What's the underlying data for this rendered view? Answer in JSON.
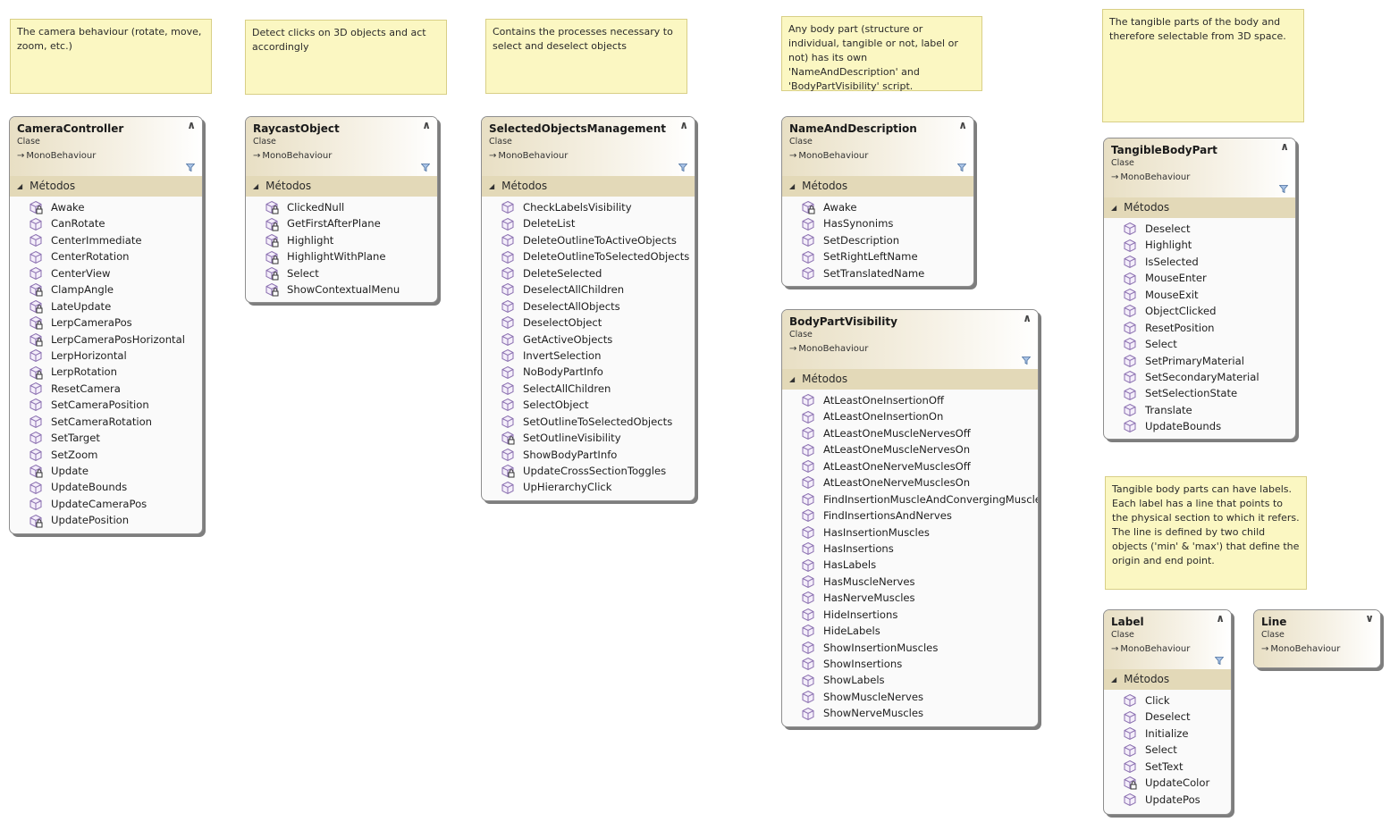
{
  "notes": [
    {
      "id": "note-camera",
      "text": "The camera behaviour (rotate, move, zoom, etc.)"
    },
    {
      "id": "note-raycast",
      "text": "Detect clicks on 3D objects and act accordingly"
    },
    {
      "id": "note-selection",
      "text": "Contains the processes necessary to select and deselect objects"
    },
    {
      "id": "note-bodypart",
      "text": "Any body part (structure or individual, tangible or not, label or not) has its own 'NameAndDescription' and 'BodyPartVisibility' script."
    },
    {
      "id": "note-tangible",
      "text": "The tangible parts of the body and therefore selectable from 3D space."
    },
    {
      "id": "note-labels",
      "text": "Tangible body parts can have labels. Each label has a line that points to the physical section to which it refers. The line is defined by two child objects ('min' & 'max') that define the origin and end point."
    }
  ],
  "section_label": "Métodos",
  "classes": [
    {
      "id": "cameracontroller",
      "name": "CameraController",
      "kind": "Clase",
      "base": "MonoBehaviour",
      "collapsed": false,
      "methods": [
        {
          "name": "Awake",
          "private": true
        },
        {
          "name": "CanRotate",
          "private": false
        },
        {
          "name": "CenterImmediate",
          "private": false
        },
        {
          "name": "CenterRotation",
          "private": false
        },
        {
          "name": "CenterView",
          "private": false
        },
        {
          "name": "ClampAngle",
          "private": true
        },
        {
          "name": "LateUpdate",
          "private": true
        },
        {
          "name": "LerpCameraPos",
          "private": true
        },
        {
          "name": "LerpCameraPosHorizontal",
          "private": true
        },
        {
          "name": "LerpHorizontal",
          "private": false
        },
        {
          "name": "LerpRotation",
          "private": true
        },
        {
          "name": "ResetCamera",
          "private": false
        },
        {
          "name": "SetCameraPosition",
          "private": false
        },
        {
          "name": "SetCameraRotation",
          "private": false
        },
        {
          "name": "SetTarget",
          "private": false
        },
        {
          "name": "SetZoom",
          "private": false
        },
        {
          "name": "Update",
          "private": true
        },
        {
          "name": "UpdateBounds",
          "private": false
        },
        {
          "name": "UpdateCameraPos",
          "private": false
        },
        {
          "name": "UpdatePosition",
          "private": true
        }
      ]
    },
    {
      "id": "raycastobject",
      "name": "RaycastObject",
      "kind": "Clase",
      "base": "MonoBehaviour",
      "collapsed": false,
      "methods": [
        {
          "name": "ClickedNull",
          "private": true
        },
        {
          "name": "GetFirstAfterPlane",
          "private": true
        },
        {
          "name": "Highlight",
          "private": true
        },
        {
          "name": "HighlightWithPlane",
          "private": true
        },
        {
          "name": "Select",
          "private": true
        },
        {
          "name": "ShowContextualMenu",
          "private": true
        }
      ]
    },
    {
      "id": "selectedobjectsmanagement",
      "name": "SelectedObjectsManagement",
      "kind": "Clase",
      "base": "MonoBehaviour",
      "collapsed": false,
      "methods": [
        {
          "name": "CheckLabelsVisibility",
          "private": false
        },
        {
          "name": "DeleteList",
          "private": false
        },
        {
          "name": "DeleteOutlineToActiveObjects",
          "private": false
        },
        {
          "name": "DeleteOutlineToSelectedObjects",
          "private": false
        },
        {
          "name": "DeleteSelected",
          "private": false
        },
        {
          "name": "DeselectAllChildren",
          "private": false
        },
        {
          "name": "DeselectAllObjects",
          "private": false
        },
        {
          "name": "DeselectObject",
          "private": false
        },
        {
          "name": "GetActiveObjects",
          "private": false
        },
        {
          "name": "InvertSelection",
          "private": false
        },
        {
          "name": "NoBodyPartInfo",
          "private": false
        },
        {
          "name": "SelectAllChildren",
          "private": false
        },
        {
          "name": "SelectObject",
          "private": false
        },
        {
          "name": "SetOutlineToSelectedObjects",
          "private": false
        },
        {
          "name": "SetOutlineVisibility",
          "private": true
        },
        {
          "name": "ShowBodyPartInfo",
          "private": false
        },
        {
          "name": "UpdateCrossSectionToggles",
          "private": true
        },
        {
          "name": "UpHierarchyClick",
          "private": false
        }
      ]
    },
    {
      "id": "nameanddescription",
      "name": "NameAndDescription",
      "kind": "Clase",
      "base": "MonoBehaviour",
      "collapsed": false,
      "methods": [
        {
          "name": "Awake",
          "private": true
        },
        {
          "name": "HasSynonims",
          "private": false
        },
        {
          "name": "SetDescription",
          "private": false
        },
        {
          "name": "SetRightLeftName",
          "private": false
        },
        {
          "name": "SetTranslatedName",
          "private": false
        }
      ]
    },
    {
      "id": "bodypartvisibility",
      "name": "BodyPartVisibility",
      "kind": "Clase",
      "base": "MonoBehaviour",
      "collapsed": false,
      "methods": [
        {
          "name": "AtLeastOneInsertionOff",
          "private": false
        },
        {
          "name": "AtLeastOneInsertionOn",
          "private": false
        },
        {
          "name": "AtLeastOneMuscleNervesOff",
          "private": false
        },
        {
          "name": "AtLeastOneMuscleNervesOn",
          "private": false
        },
        {
          "name": "AtLeastOneNerveMusclesOff",
          "private": false
        },
        {
          "name": "AtLeastOneNerveMusclesOn",
          "private": false
        },
        {
          "name": "FindInsertionMuscleAndConvergingMuscles",
          "private": false
        },
        {
          "name": "FindInsertionsAndNerves",
          "private": false
        },
        {
          "name": "HasInsertionMuscles",
          "private": false
        },
        {
          "name": "HasInsertions",
          "private": false
        },
        {
          "name": "HasLabels",
          "private": false
        },
        {
          "name": "HasMuscleNerves",
          "private": false
        },
        {
          "name": "HasNerveMuscles",
          "private": false
        },
        {
          "name": "HideInsertions",
          "private": false
        },
        {
          "name": "HideLabels",
          "private": false
        },
        {
          "name": "ShowInsertionMuscles",
          "private": false
        },
        {
          "name": "ShowInsertions",
          "private": false
        },
        {
          "name": "ShowLabels",
          "private": false
        },
        {
          "name": "ShowMuscleNerves",
          "private": false
        },
        {
          "name": "ShowNerveMuscles",
          "private": false
        }
      ]
    },
    {
      "id": "tangiblebodypart",
      "name": "TangibleBodyPart",
      "kind": "Clase",
      "base": "MonoBehaviour",
      "collapsed": false,
      "methods": [
        {
          "name": "Deselect",
          "private": false
        },
        {
          "name": "Highlight",
          "private": false
        },
        {
          "name": "IsSelected",
          "private": false
        },
        {
          "name": "MouseEnter",
          "private": false
        },
        {
          "name": "MouseExit",
          "private": false
        },
        {
          "name": "ObjectClicked",
          "private": false
        },
        {
          "name": "ResetPosition",
          "private": false
        },
        {
          "name": "Select",
          "private": false
        },
        {
          "name": "SetPrimaryMaterial",
          "private": false
        },
        {
          "name": "SetSecondaryMaterial",
          "private": false
        },
        {
          "name": "SetSelectionState",
          "private": false
        },
        {
          "name": "Translate",
          "private": false
        },
        {
          "name": "UpdateBounds",
          "private": false
        }
      ]
    },
    {
      "id": "label",
      "name": "Label",
      "kind": "Clase",
      "base": "MonoBehaviour",
      "collapsed": false,
      "methods": [
        {
          "name": "Click",
          "private": false
        },
        {
          "name": "Deselect",
          "private": false
        },
        {
          "name": "Initialize",
          "private": false
        },
        {
          "name": "Select",
          "private": false
        },
        {
          "name": "SetText",
          "private": false
        },
        {
          "name": "UpdateColor",
          "private": true
        },
        {
          "name": "UpdatePos",
          "private": false
        }
      ]
    },
    {
      "id": "line",
      "name": "Line",
      "kind": "Clase",
      "base": "MonoBehaviour",
      "collapsed": true,
      "methods": []
    }
  ]
}
